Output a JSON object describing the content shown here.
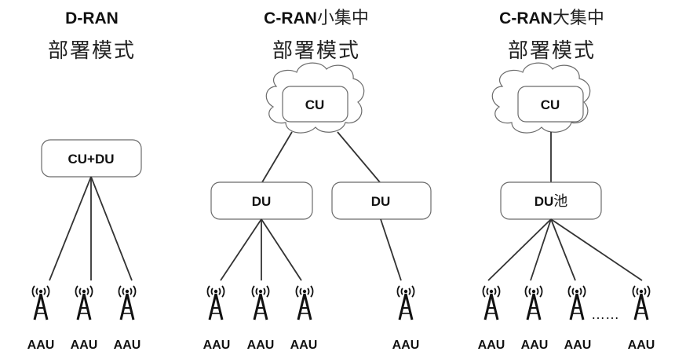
{
  "panels": [
    {
      "title_ascii": "D-RAN",
      "title_cjk": "",
      "subtitle": "部署模式",
      "nodes": {
        "top": "CU+DU"
      },
      "aau_labels": [
        "AAU",
        "AAU",
        "AAU"
      ]
    },
    {
      "title_ascii": "C-RAN",
      "title_cjk": "小集中",
      "subtitle": "部署模式",
      "nodes": {
        "cloud": "CU",
        "du_left": "DU",
        "du_right": "DU"
      },
      "aau_labels": [
        "AAU",
        "AAU",
        "AAU",
        "AAU"
      ]
    },
    {
      "title_ascii": "C-RAN",
      "title_cjk": "大集中",
      "subtitle": "部署模式",
      "nodes": {
        "cloud": "CU",
        "du_pool_ascii": "DU",
        "du_pool_cjk": "池"
      },
      "aau_labels": [
        "AAU",
        "AAU",
        "AAU",
        "AAU"
      ],
      "ellipsis": "……"
    }
  ]
}
